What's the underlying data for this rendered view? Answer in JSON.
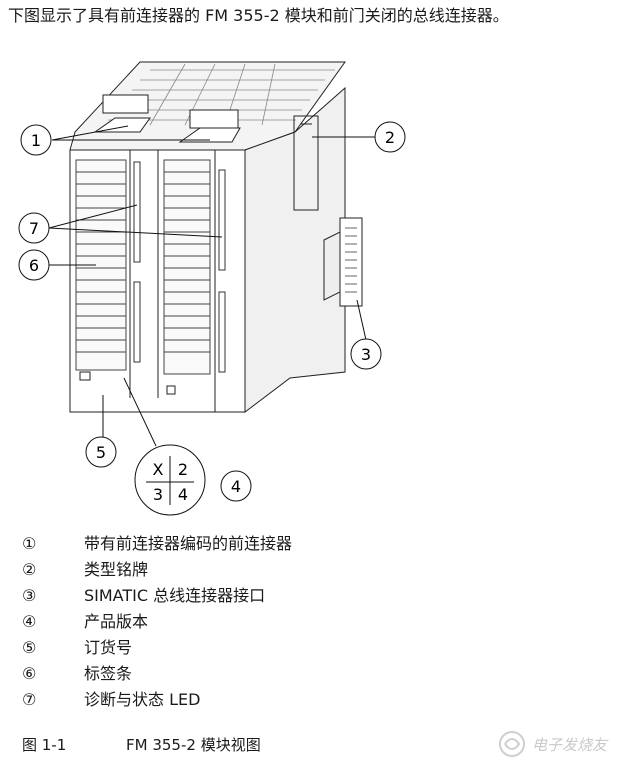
{
  "intro": "下图显示了具有前连接器的 FM 355-2 模块和前门关闭的总线连接器。",
  "callouts": {
    "c1": "1",
    "c2": "2",
    "c3": "3",
    "c4": "4",
    "c5": "5",
    "c6": "6",
    "c7": "7"
  },
  "version_box": {
    "tl": "X",
    "tr": "2",
    "bl": "3",
    "br": "4"
  },
  "legend": [
    {
      "num": "①",
      "text": "带有前连接器编码的前连接器"
    },
    {
      "num": "②",
      "text": "类型铭牌"
    },
    {
      "num": "③",
      "text": "SIMATIC 总线连接器接口"
    },
    {
      "num": "④",
      "text": "产品版本"
    },
    {
      "num": "⑤",
      "text": "订货号"
    },
    {
      "num": "⑥",
      "text": "标签条"
    },
    {
      "num": "⑦",
      "text": "诊断与状态 LED"
    }
  ],
  "caption": {
    "num": "图 1-1",
    "text": "FM 355-2 模块视图"
  },
  "watermark": "电子发烧友"
}
